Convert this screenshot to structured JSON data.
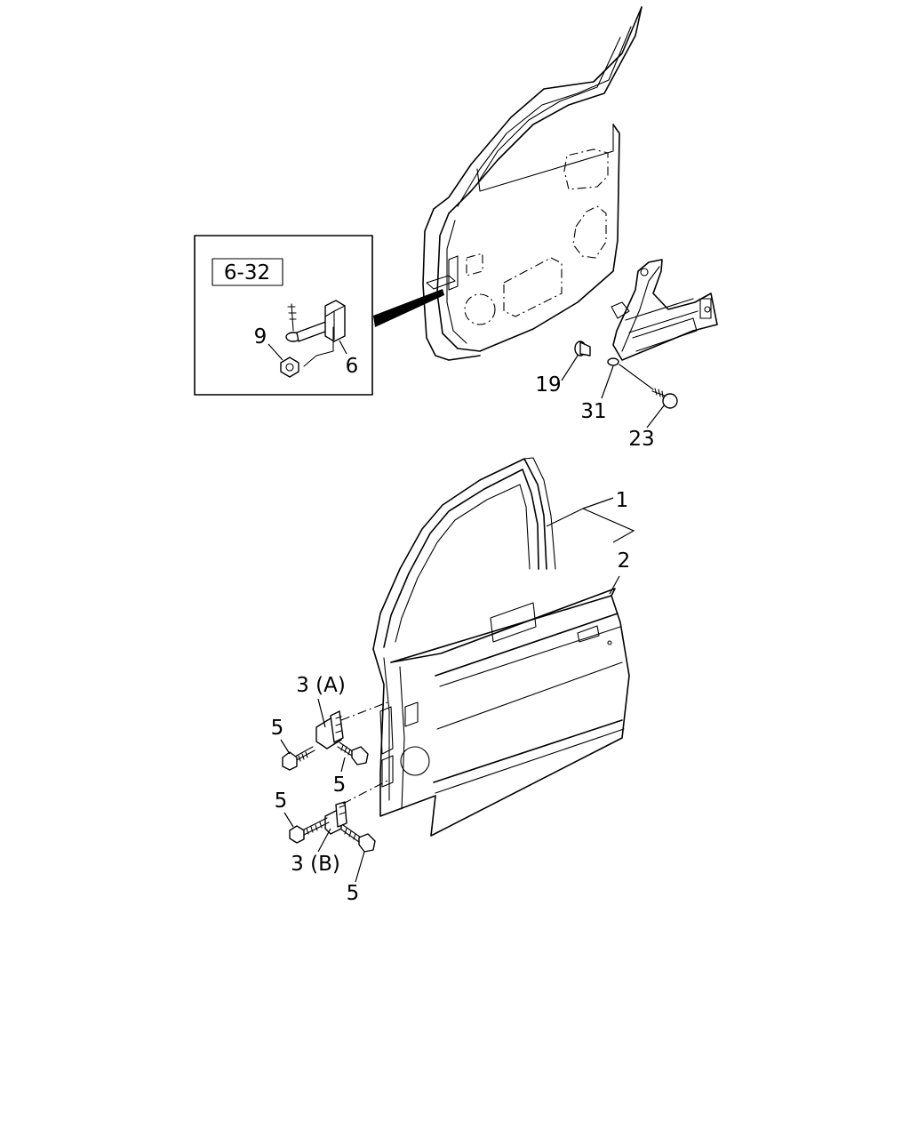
{
  "inset": {
    "ref_code": "6-32"
  },
  "callouts": {
    "c1": "1",
    "c2": "2",
    "c3a": "3 (A)",
    "c3b": "3 (B)",
    "c5a": "5",
    "c5b": "5",
    "c5c": "5",
    "c5d": "5",
    "c6": "6",
    "c9": "9",
    "c19": "19",
    "c23": "23",
    "c31": "31"
  }
}
